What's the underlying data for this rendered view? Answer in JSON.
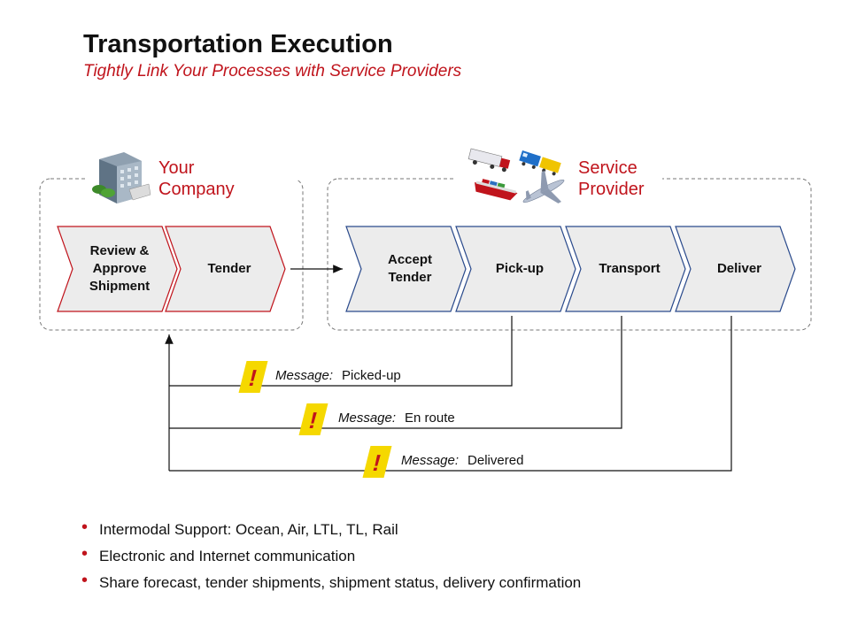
{
  "header": {
    "title": "Transportation Execution",
    "subtitle": "Tightly Link Your Processes with Service Providers"
  },
  "groups": {
    "company_label_line1": "Your",
    "company_label_line2": "Company",
    "provider_label_line1": "Service",
    "provider_label_line2": "Provider"
  },
  "steps": {
    "review_line1": "Review &",
    "review_line2": "Approve",
    "review_line3": "Shipment",
    "tender": "Tender",
    "accept_line1": "Accept",
    "accept_line2": "Tender",
    "pickup": "Pick-up",
    "transport": "Transport",
    "deliver": "Deliver"
  },
  "messages": [
    {
      "prefix": "Message:",
      "text": "Picked-up"
    },
    {
      "prefix": "Message:",
      "text": "En route"
    },
    {
      "prefix": "Message:",
      "text": "Delivered"
    }
  ],
  "bullets": [
    "Intermodal Support:  Ocean, Air, LTL, TL, Rail",
    "Electronic and Internet communication",
    "Share forecast, tender shipments, shipment status, delivery confirmation"
  ],
  "icons": {
    "company": "office-building-icon",
    "truck": "truck-icon",
    "train": "train-icon",
    "ship": "cargo-ship-icon",
    "plane": "airplane-icon",
    "alert": "warning-icon"
  },
  "colors": {
    "accent": "#c0141c",
    "company_border": "#c0141c",
    "provider_border": "#2a4a8c",
    "chevron_fill": "#ececec",
    "alert_fill": "#f5d800"
  }
}
